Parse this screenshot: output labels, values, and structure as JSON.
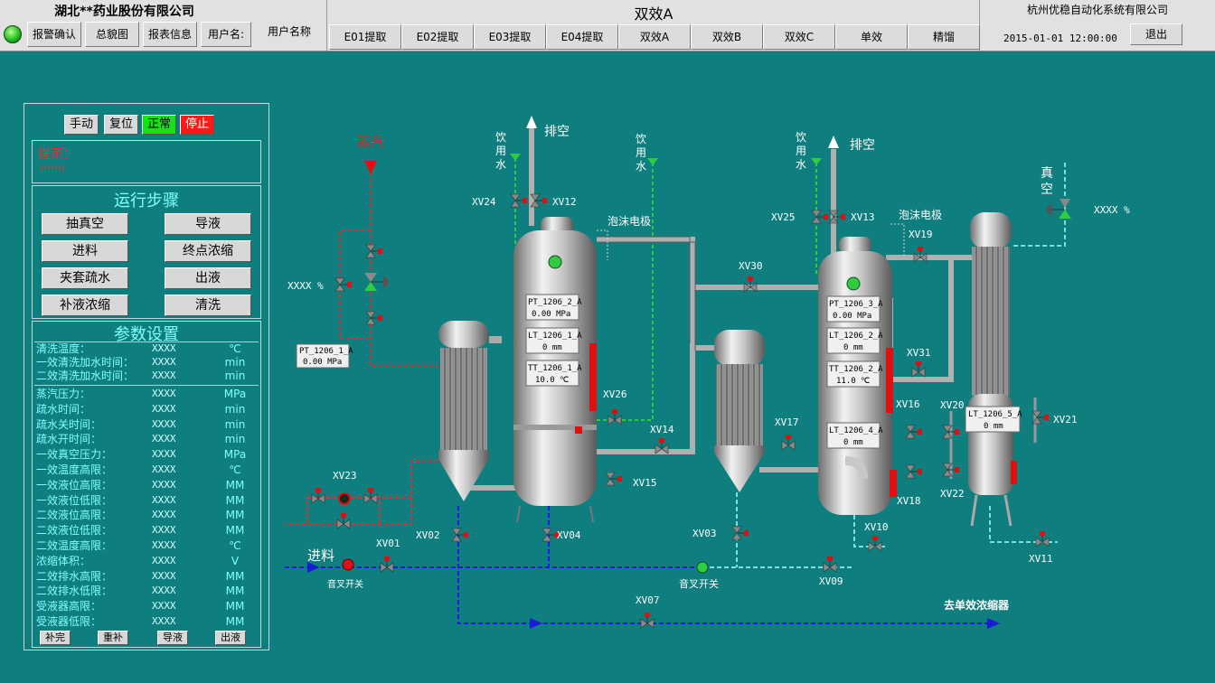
{
  "header": {
    "company_left": "湖北**药业股份有限公司",
    "buttons": {
      "alarm_confirm": "报警确认",
      "overview": "总貌图",
      "report": "报表信息"
    },
    "user_label": "用户名:",
    "user_name": "用户名称",
    "screen_title": "双效A",
    "nav": [
      "E01提取",
      "E02提取",
      "E03提取",
      "E04提取",
      "双效A",
      "双效B",
      "双效C",
      "单效",
      "精馏"
    ],
    "company_right": "杭州优稳自动化系统有限公司",
    "datetime": "2015-01-01 12:00:00",
    "logout": "退出",
    "colors": {
      "header_bg": "#e1e1e1",
      "lamp_ok": "#1fbf1f"
    }
  },
  "left_panel": {
    "mode_buttons": {
      "manual": "手动",
      "reset": "复位",
      "normal": "正常",
      "stop": "停止"
    },
    "tip_label": "提示：",
    "tip_text": "!!!!!!!",
    "steps_title": "运行步骤",
    "steps": [
      "抽真空",
      "导液",
      "进料",
      "终点浓缩",
      "夹套疏水",
      "出液",
      "补液浓缩",
      "清洗"
    ],
    "params_title": "参数设置",
    "params_group1": [
      {
        "label": "清洗温度：",
        "value": "XXXX",
        "unit": "℃"
      },
      {
        "label": "一效清洗加水时间：",
        "value": "XXXX",
        "unit": "min"
      },
      {
        "label": "二效清洗加水时间：",
        "value": "XXXX",
        "unit": "min"
      }
    ],
    "params_group2": [
      {
        "label": "蒸汽压力：",
        "value": "XXXX",
        "unit": "MPa"
      },
      {
        "label": "疏水时间：",
        "value": "XXXX",
        "unit": "min"
      },
      {
        "label": "疏水关时间：",
        "value": "XXXX",
        "unit": "min"
      },
      {
        "label": "疏水开时间：",
        "value": "XXXX",
        "unit": "min"
      },
      {
        "label": "一效真空压力：",
        "value": "XXXX",
        "unit": "MPa"
      },
      {
        "label": "一效温度高限：",
        "value": "XXXX",
        "unit": "℃"
      },
      {
        "label": "一效液位高限：",
        "value": "XXXX",
        "unit": "MM"
      },
      {
        "label": "一效液位低限：",
        "value": "XXXX",
        "unit": "MM"
      },
      {
        "label": "二效液位高限：",
        "value": "XXXX",
        "unit": "MM"
      },
      {
        "label": "二效液位低限：",
        "value": "XXXX",
        "unit": "MM"
      },
      {
        "label": "二效温度高限：",
        "value": "XXXX",
        "unit": "℃"
      },
      {
        "label": "浓缩体积：",
        "value": "XXXX",
        "unit": "V"
      },
      {
        "label": "二效排水高限：",
        "value": "XXXX",
        "unit": "MM"
      },
      {
        "label": "二效排水低限：",
        "value": "XXXX",
        "unit": "MM"
      },
      {
        "label": "受液器高限：",
        "value": "XXXX",
        "unit": "MM"
      },
      {
        "label": "受液器低限：",
        "value": "XXXX",
        "unit": "MM"
      }
    ],
    "bottom_buttons": [
      "补完",
      "重补",
      "导液",
      "出液"
    ],
    "colors": {
      "normal": "#18e018",
      "stop": "#ff1a1a",
      "text": "#7fffff"
    }
  },
  "process": {
    "steam_label": "蒸汽",
    "feed_label": "进料",
    "vent_label": "排空",
    "drink_water_label": [
      "饮",
      "用",
      "水"
    ],
    "vacuum_label": [
      "真",
      "空"
    ],
    "foam_electrode_label": "泡沫电极",
    "fork_switch_label": "音叉开关",
    "to_single_effect": "去单效浓缩器",
    "percent_readouts": [
      "XXXX  %",
      "XXXX  %"
    ],
    "valves": [
      "XV24",
      "XV12",
      "XV25",
      "XV13",
      "XV19",
      "XV30",
      "XV26",
      "XV14",
      "XV15",
      "XV17",
      "XV31",
      "XV16",
      "XV18",
      "XV20",
      "XV21",
      "XV22",
      "XV23",
      "XV02",
      "XV04",
      "XV01",
      "XV03",
      "XV10",
      "XV09",
      "XV07",
      "XV11"
    ],
    "instruments": {
      "pt_1206_1": {
        "tag": "PT_1206_1_A",
        "value": "0.00 MPa"
      },
      "pt_1206_2": {
        "tag": "PT_1206_2_A",
        "value": "0.00 MPa"
      },
      "lt_1206_1": {
        "tag": "LT_1206_1_A",
        "value": "0 mm"
      },
      "tt_1206_1": {
        "tag": "TT_1206_1_A",
        "value": "10.0 ℃"
      },
      "pt_1206_3": {
        "tag": "PT_1206_3_A",
        "value": "0.00 MPa"
      },
      "lt_1206_2": {
        "tag": "LT_1206_2_A",
        "value": "0 mm"
      },
      "tt_1206_2": {
        "tag": "TT_1206_2_A",
        "value": "11.0 ℃"
      },
      "lt_1206_4": {
        "tag": "LT_1206_4_A",
        "value": "0 mm"
      },
      "lt_1206_5": {
        "tag": "LT_1206_5_A",
        "value": "0 mm"
      }
    },
    "colors": {
      "steam": "#d63030",
      "feed": "#1a1ad8",
      "water": "#2ecc40",
      "vacuum": "#7fdede",
      "vessel": "#b8b8b8"
    }
  }
}
